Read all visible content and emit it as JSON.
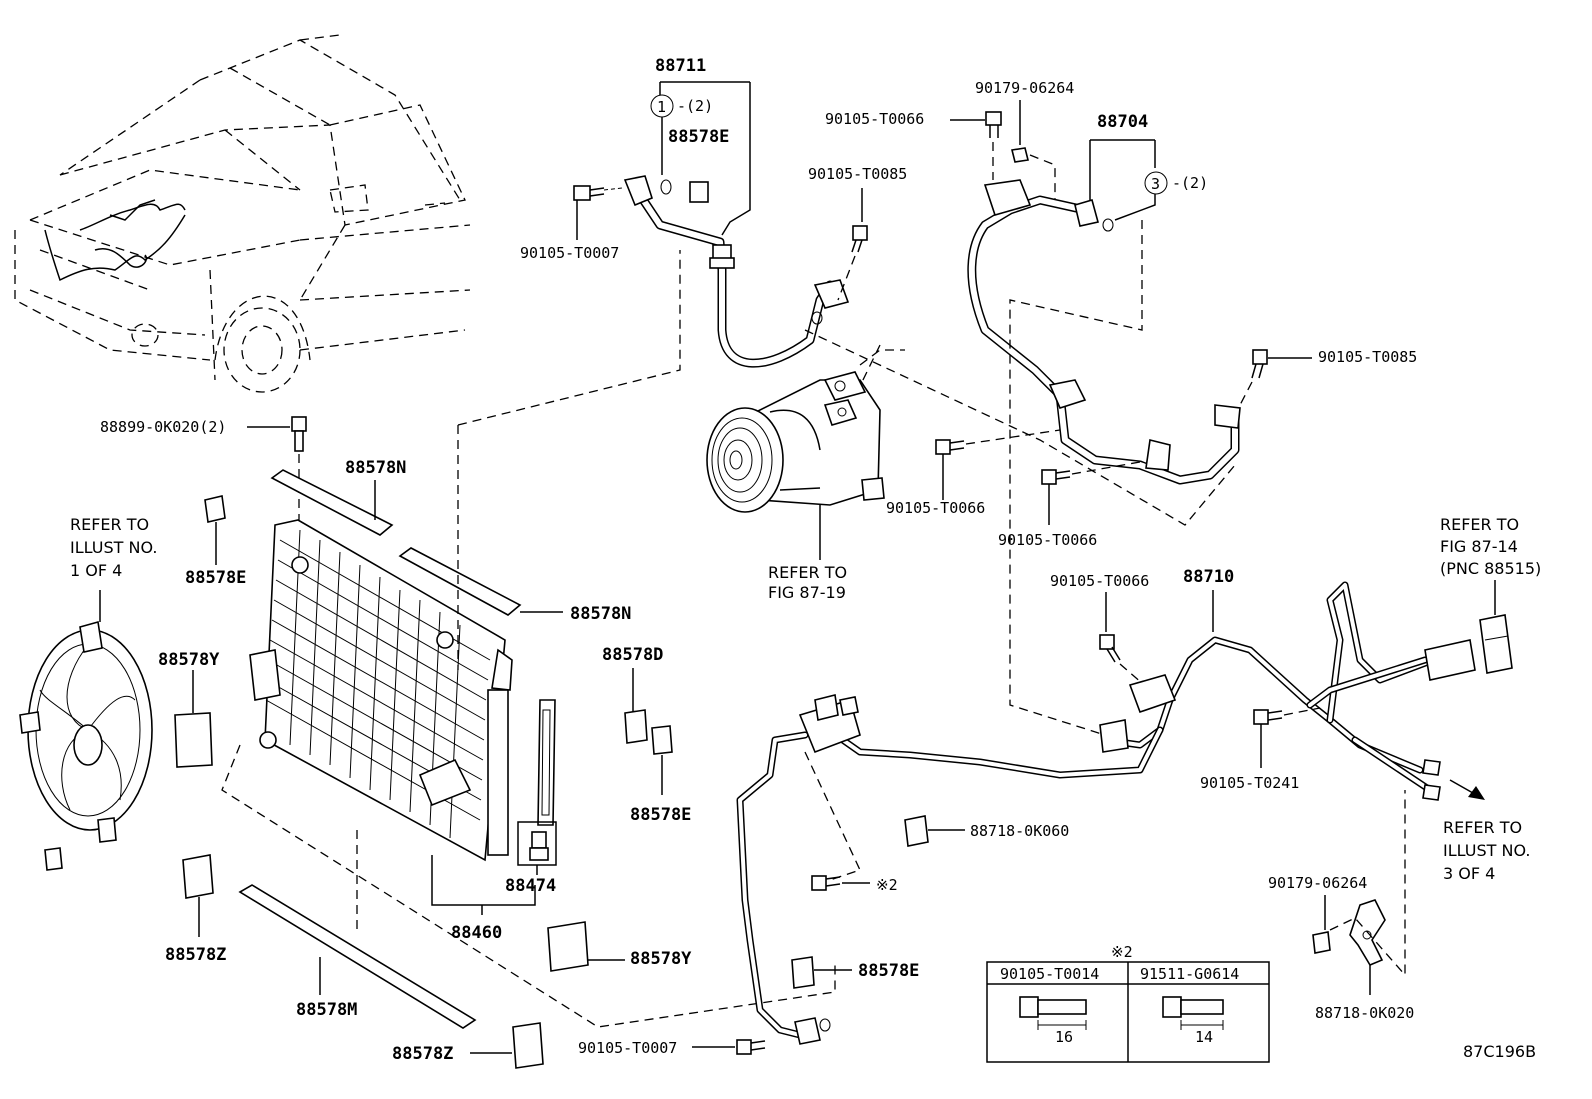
{
  "diagram_code": "87C196B",
  "labels": {
    "p88711": "88711",
    "c1_qty": "-(2)",
    "p88578e_top": "88578E",
    "p90105_t0007_top": "90105-T0007",
    "p90105_t0085_mid": "90105-T0085",
    "p90179_06264_top": "90179-06264",
    "p90105_t0066_top": "90105-T0066",
    "p88704": "88704",
    "c3_qty": "-(2)",
    "p90105_t0085_right": "90105-T0085",
    "p88899": "88899-0K020(2)",
    "p88578n_top": "88578N",
    "p88578n_mid": "88578N",
    "p88578e_left": "88578E",
    "p88578y_left": "88578Y",
    "p88578d": "88578D",
    "p88578e_mid": "88578E",
    "p88474": "88474",
    "p88460": "88460",
    "p88578z_left": "88578Z",
    "p88578m": "88578M",
    "p88578y_bottom": "88578Y",
    "p88578z_bottom": "88578Z",
    "p90105_t0066_comp": "90105-T0066",
    "p90105_t0066_pipe": "90105-T0066",
    "p90105_t0066_88710": "90105-T0066",
    "p88710": "88710",
    "p90105_t0241": "90105-T0241",
    "p88718_0k060": "88718-0K060",
    "mark2_ref": "※2",
    "p88578e_bottom": "88578E",
    "p90105_t0007_bottom": "90105-T0007",
    "p90179_06264_bottom": "90179-06264",
    "p88718_0k020": "88718-0K020"
  },
  "callouts": {
    "c1": "1",
    "c3": "3"
  },
  "refer_notes": {
    "fan_1": "REFER TO",
    "fan_2": "ILLUST NO.",
    "fan_3": "1 OF 4",
    "comp_1": "REFER TO",
    "comp_2": "FIG 87-19",
    "valve_1": "REFER TO",
    "valve_2": "FIG 87-14",
    "valve_3": "(PNC 88515)",
    "illust3_1": "REFER TO",
    "illust3_2": "ILLUST NO.",
    "illust3_3": "3 OF 4"
  },
  "bolt_table": {
    "mark": "※2",
    "col1_header": "90105-T0014",
    "col2_header": "91511-G0614",
    "col1_dim": "16",
    "col2_dim": "14"
  }
}
